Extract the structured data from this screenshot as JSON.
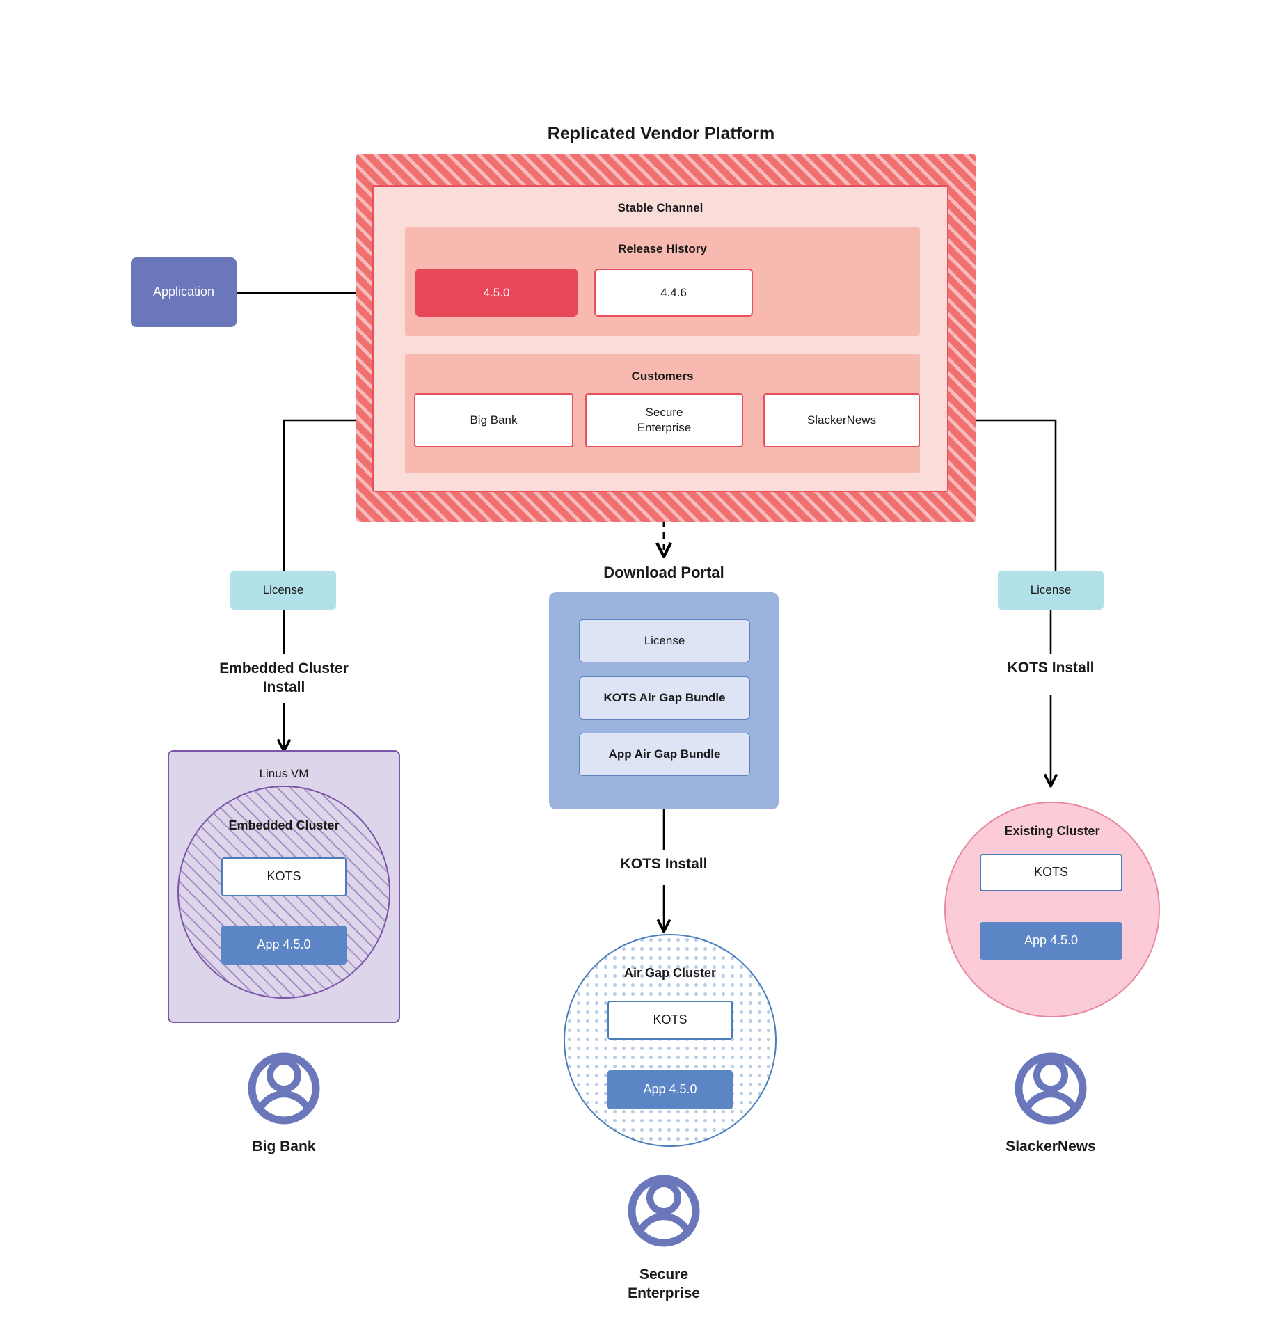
{
  "diagram": {
    "title": "Replicated Vendor Platform",
    "download_portal_title": "Download  Portal"
  },
  "application": {
    "label": "Application"
  },
  "platform": {
    "channel": {
      "title": "Stable Channel",
      "release_history": {
        "title": "Release History",
        "releases": [
          {
            "version": "4.5.0",
            "state": "current"
          },
          {
            "version": "4.4.6",
            "state": "previous"
          }
        ]
      },
      "customers": {
        "title": "Customers",
        "items": [
          {
            "name": "Big Bank"
          },
          {
            "name": "Secure\nEnterprise"
          },
          {
            "name": "SlackerNews"
          }
        ]
      }
    }
  },
  "download_portal": {
    "items": [
      {
        "label": "License"
      },
      {
        "label": "KOTS Air Gap Bundle"
      },
      {
        "label": "App Air Gap Bundle"
      }
    ]
  },
  "branches": {
    "left": {
      "license_label": "License",
      "install_label": "Embedded Cluster\nInstall",
      "host_label": "Linus VM",
      "cluster_label": "Embedded Cluster",
      "kots_label": "KOTS",
      "app_label": "App 4.5.0",
      "customer_label": "Big Bank"
    },
    "center": {
      "install_label": "KOTS Install",
      "cluster_label": "Air Gap Cluster",
      "kots_label": "KOTS",
      "app_label": "App 4.5.0",
      "customer_label": "Secure\nEnterprise"
    },
    "right": {
      "license_label": "License",
      "install_label": "KOTS Install",
      "cluster_label": "Existing Cluster",
      "kots_label": "KOTS",
      "app_label": "App 4.5.0",
      "customer_label": "SlackerNews"
    }
  },
  "colors": {
    "platform_hatch": "#f07070",
    "channel_bg": "#fadcd9",
    "subpanel_bg": "#f7b9b0",
    "release_current": "#e8475a",
    "border_red": "#e8505b",
    "application": "#6a77bb",
    "license": "#b2e0e8",
    "portal": "#9cb3dd",
    "portal_item": "#dce4f5",
    "vm_purple": "#7b55a8",
    "vm_bg": "#ddd5ea",
    "cluster_blue": "#4a7ebb",
    "app_blue": "#5b85c5",
    "existing_pink": "#fbccd8",
    "existing_border": "#e8899f",
    "avatar": "#6a77bb"
  },
  "icons": {
    "avatar": "user-avatar-icon"
  }
}
